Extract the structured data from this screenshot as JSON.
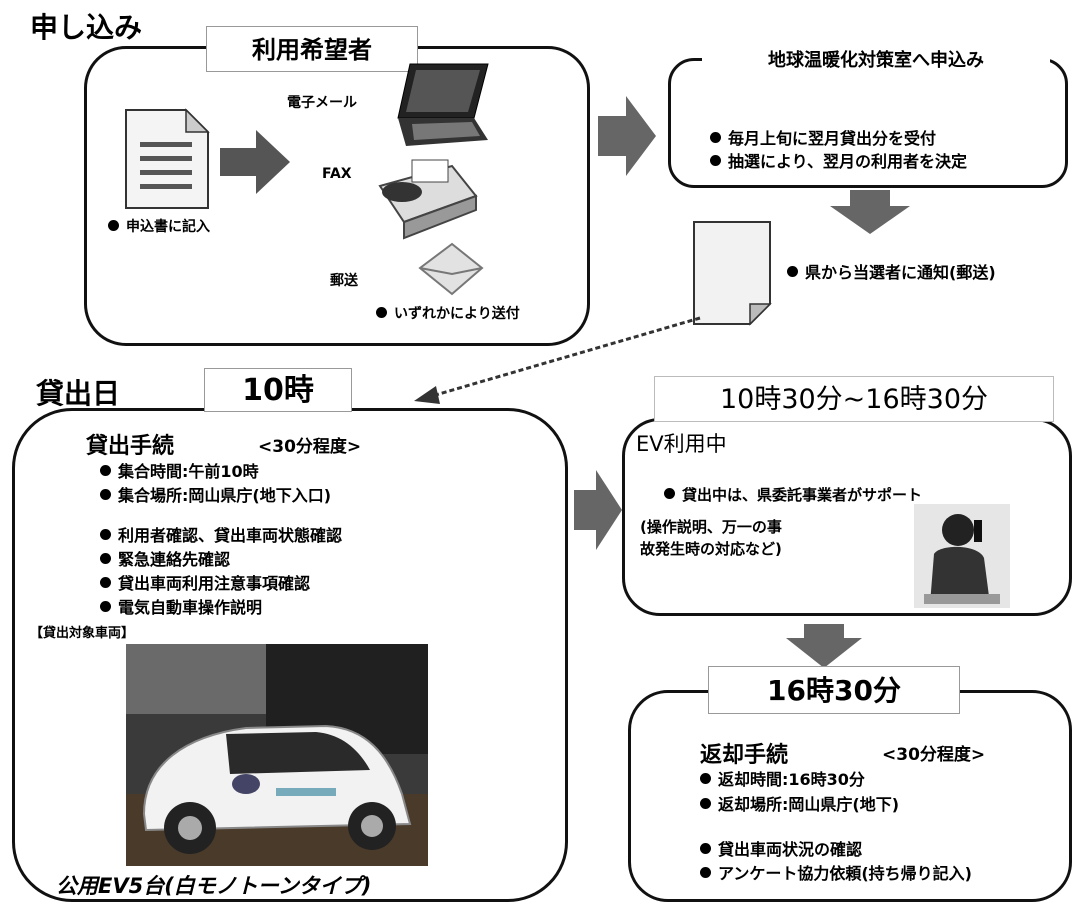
{
  "application": {
    "label": "申し込み",
    "applicant": "利用希望者",
    "form_note": "申込書に記入",
    "email": "電子メール",
    "fax": "FAX",
    "post": "郵送",
    "send_note": "いずれかにより送付"
  },
  "office": {
    "title": "地球温暖化対策室へ申込み",
    "bullets": [
      "毎月上旬に翌月貸出分を受付",
      "抽選により、翌月の利用者を決定"
    ]
  },
  "notify": "県から当選者に通知(郵送)",
  "loan_day": {
    "label": "貸出日",
    "time": "10時",
    "procedure_title": "貸出手続",
    "procedure_duration": "<30分程度>",
    "bullets_a": [
      "集合時間:午前10時",
      "集合場所:岡山県庁(地下入口)"
    ],
    "bullets_b": [
      "利用者確認、貸出車両状態確認",
      "緊急連絡先確認",
      "貸出車両利用注意事項確認",
      "電気自動車操作説明"
    ],
    "vehicle_label": "【貸出対象車両】",
    "caption": "公用EV5台(白モノトーンタイプ)"
  },
  "ev_use": {
    "time": "10時30分~16時30分",
    "title": "EV利用中",
    "support": "貸出中は、県委託事業者がサポート",
    "support_note_1": "(操作説明、万一の事",
    "support_note_2": "故発生時の対応など)"
  },
  "return": {
    "time": "16時30分",
    "title": "返却手続",
    "duration": "<30分程度>",
    "bullets_a": [
      "返却時間:16時30分",
      "返却場所:岡山県庁(地下)"
    ],
    "bullets_b": [
      "貸出車両状況の確認",
      "アンケート協力依頼(持ち帰り記入)"
    ]
  }
}
